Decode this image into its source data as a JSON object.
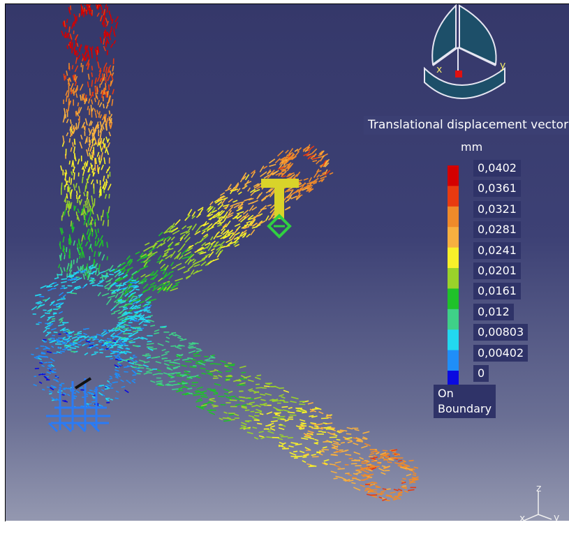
{
  "legend": {
    "title": "Translational displacement vector",
    "unit": "mm",
    "labels": [
      "0,0402",
      "0,0361",
      "0,0321",
      "0,0281",
      "0,0241",
      "0,0201",
      "0,0161",
      "0,012",
      "0,00803",
      "0,00402",
      "0"
    ],
    "colors": [
      "#d40000",
      "#e83a10",
      "#ef8a2a",
      "#f7b040",
      "#f8f02a",
      "#9ad22a",
      "#1fc22a",
      "#3fd088",
      "#22d8f0",
      "#1f8ef8",
      "#0a0ae0"
    ],
    "boundary_label": "On Boundary"
  },
  "compass": {
    "x_label": "x",
    "y_label": "y"
  },
  "triad": {
    "z_label": "z",
    "x_label": "x",
    "y_label": "y"
  },
  "colors": {
    "background_top": "#35386a",
    "background_bottom": "#9498b0",
    "constraint": "#2a7bf5",
    "load": "#d9d32a",
    "load_point": "#30d040"
  },
  "icons": [
    "compass-icon",
    "axis-triad-icon",
    "clamp-constraint-icon",
    "force-load-icon"
  ]
}
